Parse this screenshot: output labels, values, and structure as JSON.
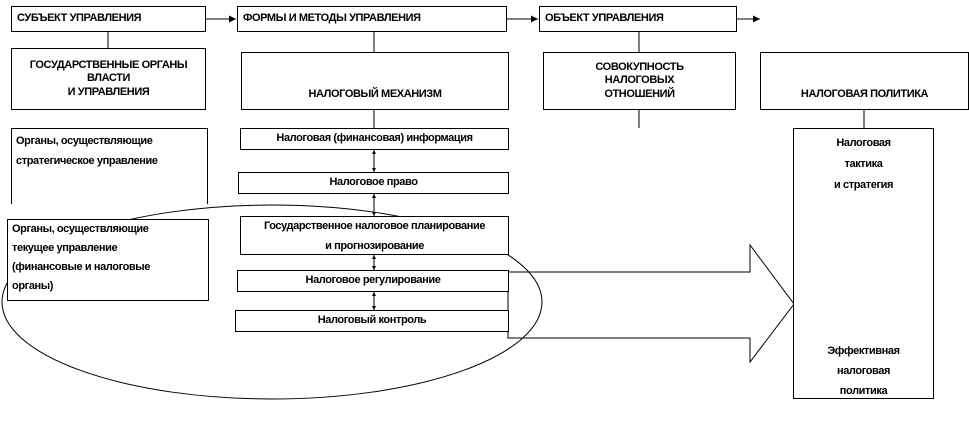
{
  "diagram": {
    "headers": {
      "subject": "СУБЪЕКТ УПРАВЛЕНИЯ",
      "forms": "ФОРМЫ И МЕТОДЫ УПРАВЛЕНИЯ",
      "object": "ОБЪЕКТ УПРАВЛЕНИЯ"
    },
    "state_bodies": [
      "ГОСУДАРСТВЕННЫЕ ОРГАНЫ",
      "ВЛАСТИ",
      "И УПРАВЛЕНИЯ"
    ],
    "mechanism": "НАЛОГОВЫЙ МЕХАНИЗМ",
    "relations": [
      "СОВОКУПНОСТЬ",
      "НАЛОГОВЫХ",
      "ОТНОШЕНИЙ"
    ],
    "policy": "НАЛОГОВАЯ ПОЛИТИКА",
    "strategic_bodies": [
      "Органы, осуществляющие",
      "стратегическое управление"
    ],
    "current_bodies": [
      "Органы, осуществляющие",
      "текущее управление",
      "(финансовые и налоговые",
      "органы)"
    ],
    "mechanism_items": {
      "info": "Налоговая (финансовая) информация",
      "law": "Налоговое право",
      "planning": [
        "Государственное налоговое планирование",
        "и прогнозирование"
      ],
      "regulation": "Налоговое регулирование",
      "control": "Налоговый контроль"
    },
    "policy_detail": {
      "tactics": [
        "Налоговая",
        "тактика",
        "и стратегия"
      ],
      "effective": [
        "Эффективная",
        "налоговая",
        "политика"
      ]
    }
  }
}
